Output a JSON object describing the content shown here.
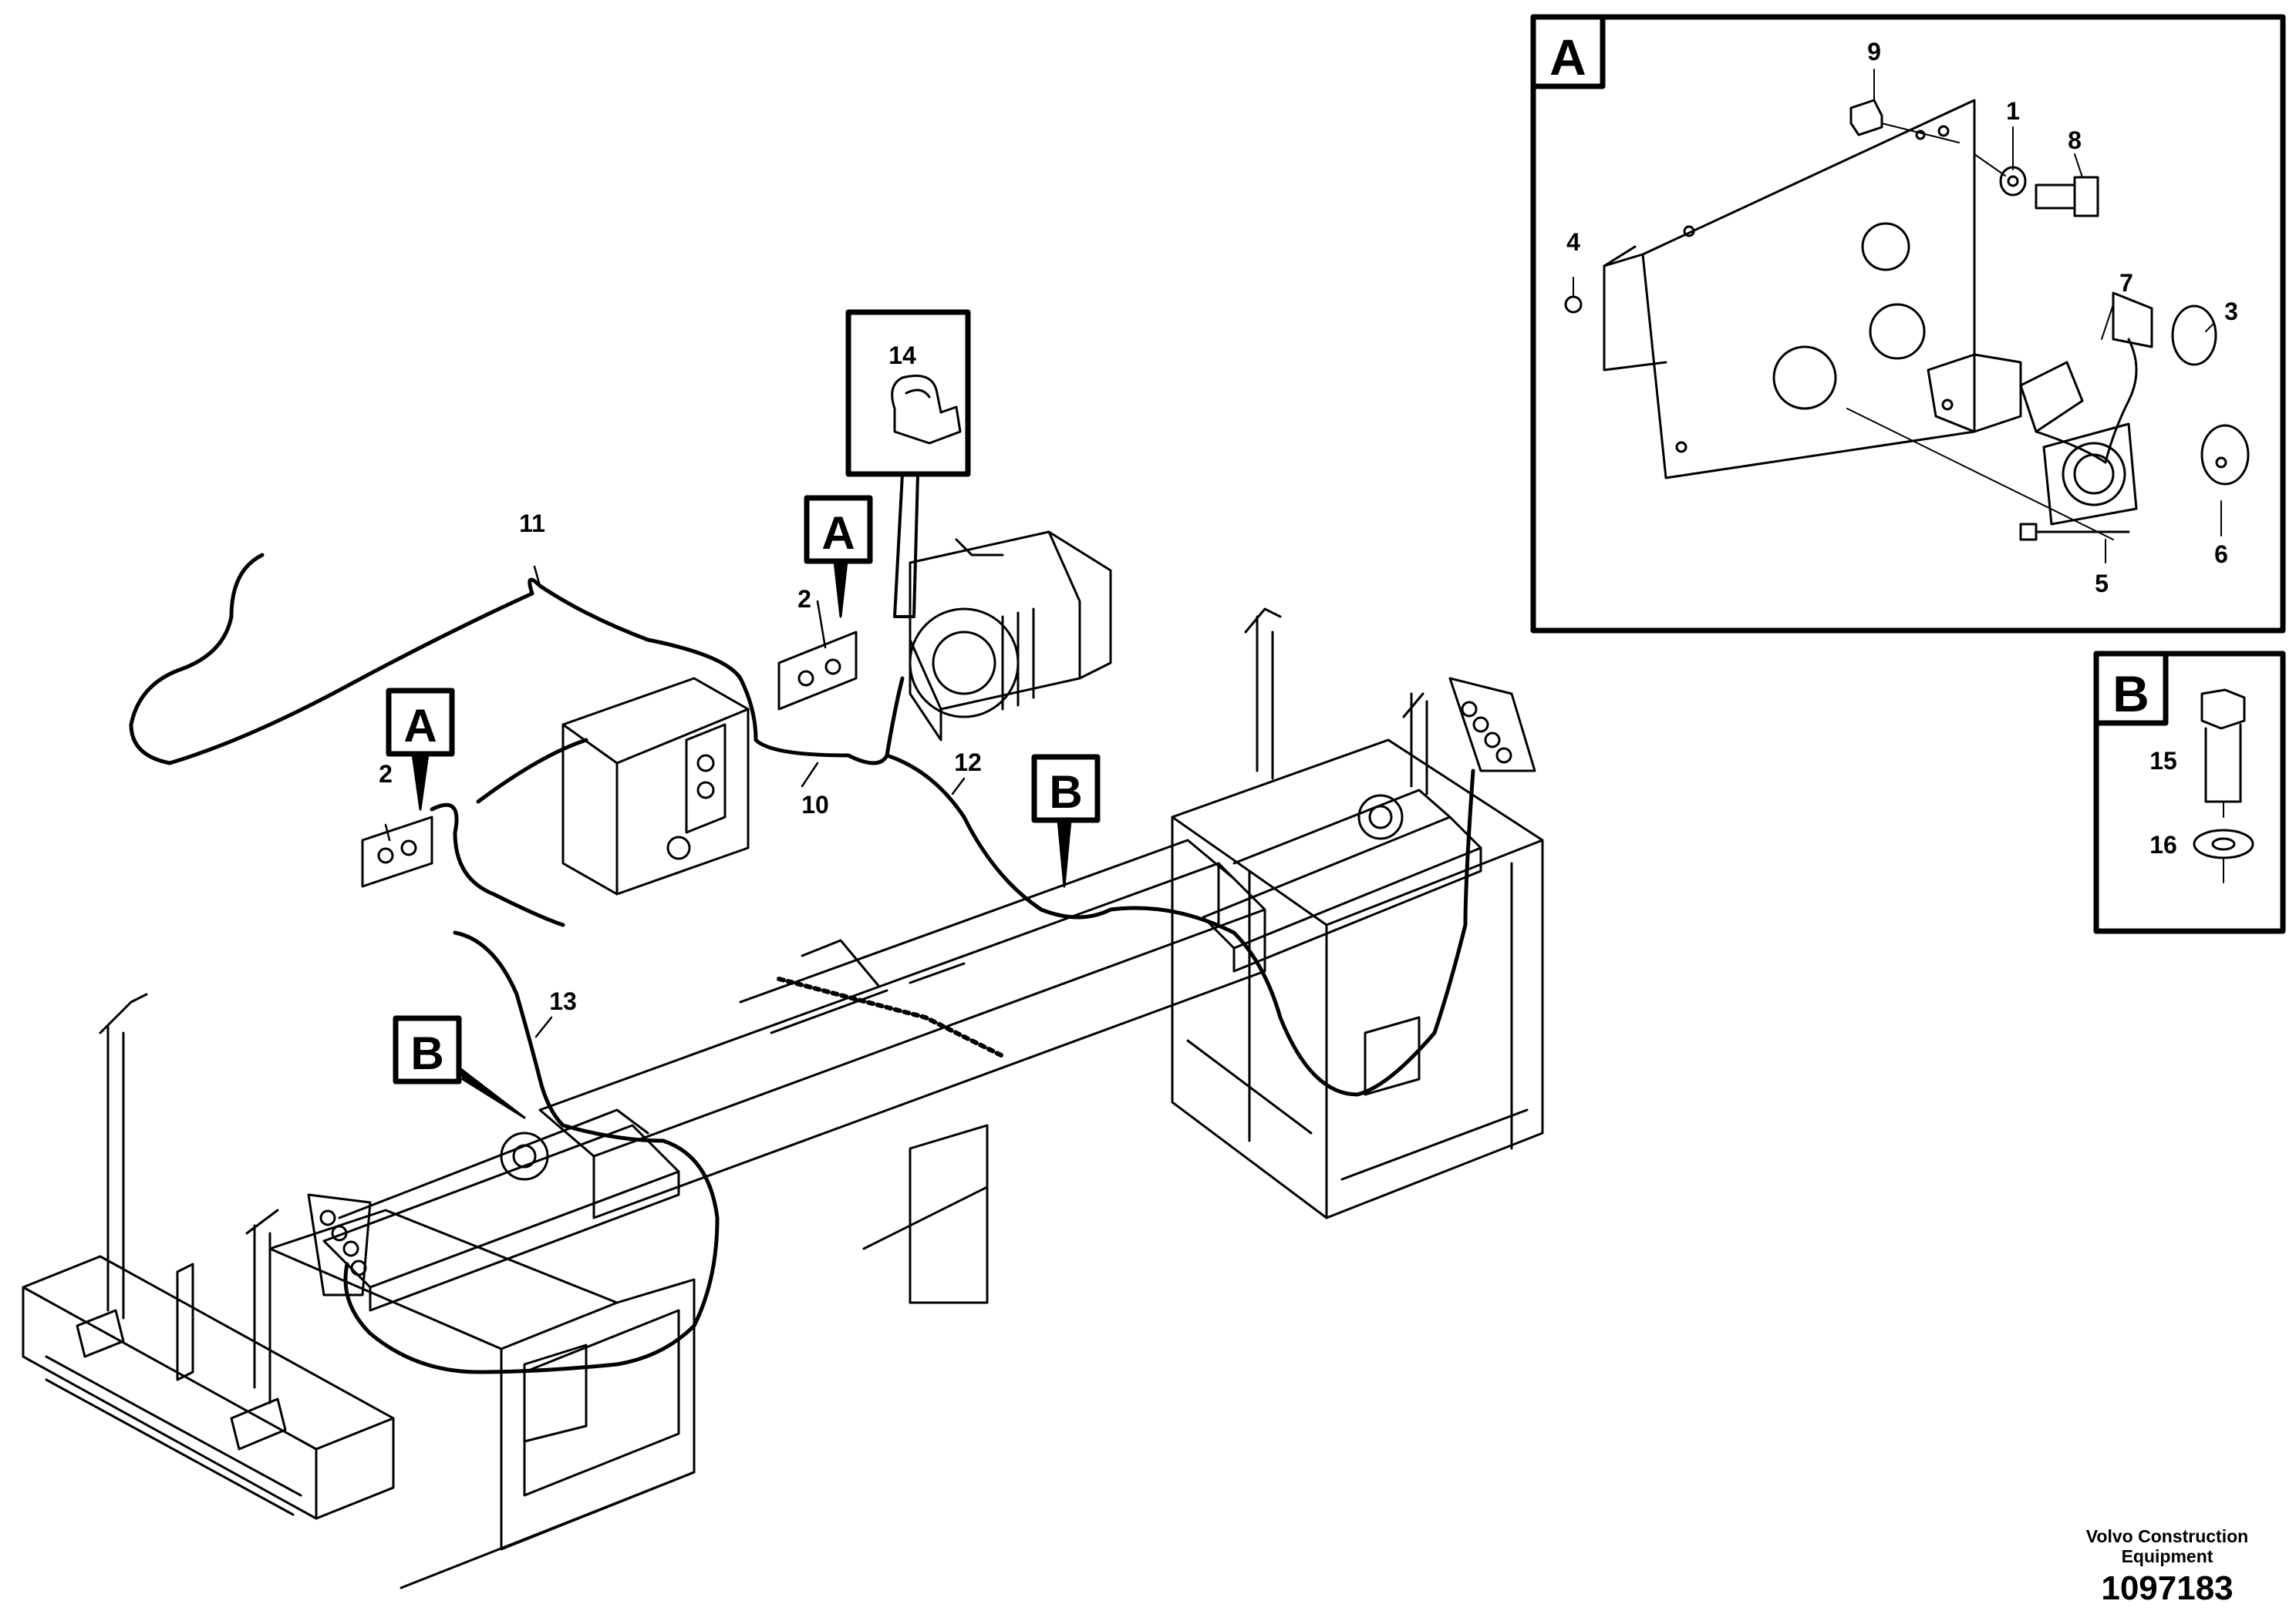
{
  "diagram": {
    "part_numbers": {
      "p1": "1",
      "p2": "2",
      "p3": "3",
      "p4": "4",
      "p5": "5",
      "p6": "6",
      "p7": "7",
      "p8": "8",
      "p9": "9",
      "p10": "10",
      "p11": "11",
      "p12": "12",
      "p13": "13",
      "p14": "14",
      "p15": "15",
      "p16": "16"
    },
    "detail_refs": {
      "a": "A",
      "b": "B"
    },
    "publisher": "Volvo Construction Equipment",
    "publisher_line1": "Volvo Construction",
    "publisher_line2": "Equipment",
    "document_number": "1097183"
  },
  "colors": {
    "line": "#000000",
    "background": "#ffffff"
  }
}
